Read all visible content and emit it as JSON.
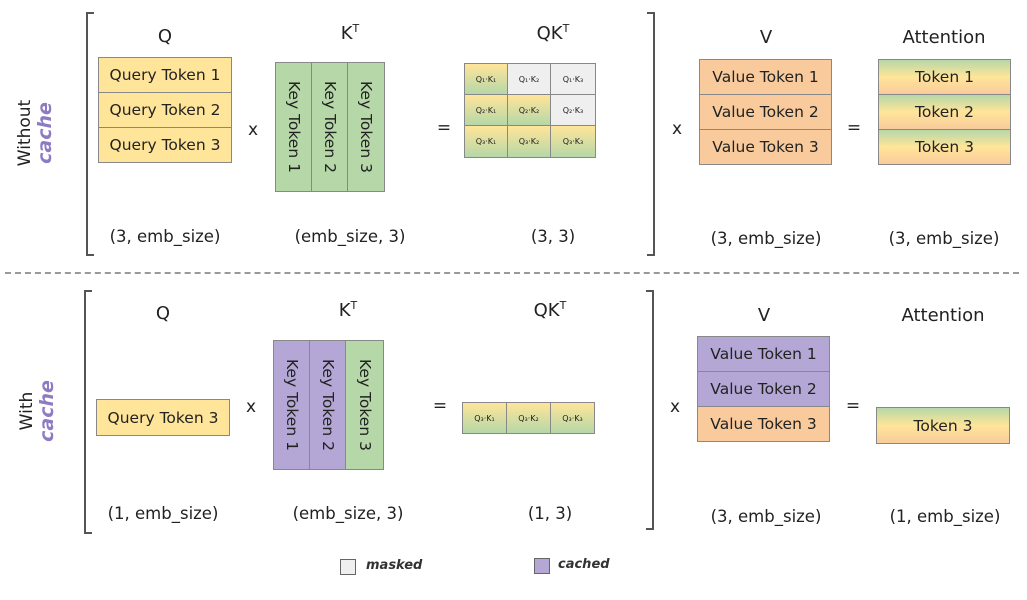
{
  "top": {
    "side_label": {
      "line1": "Without",
      "line2": "cache"
    },
    "q_header": "Q",
    "k_header": "K",
    "k_sup": "T",
    "qk_header": "QK",
    "qk_sup": "T",
    "v_header": "V",
    "att_header": "Attention",
    "q_rows": [
      "Query Token 1",
      "Query Token 2",
      "Query Token 3"
    ],
    "k_cols": [
      "Key Token 1",
      "Key Token 2",
      "Key Token 3"
    ],
    "qk_cells": [
      [
        "Q₁·K₁",
        "Q₁·K₂",
        "Q₁·K₃"
      ],
      [
        "Q₂·K₁",
        "Q₂·K₂",
        "Q₂·K₃"
      ],
      [
        "Q₃·K₁",
        "Q₃·K₂",
        "Q₃·K₃"
      ]
    ],
    "v_rows": [
      "Value Token 1",
      "Value Token 2",
      "Value Token 3"
    ],
    "att_rows": [
      "Token 1",
      "Token 2",
      "Token 3"
    ],
    "dims": {
      "q": "(3, emb_size)",
      "k": "(emb_size, 3)",
      "qk": "(3, 3)",
      "v": "(3, emb_size)",
      "att": "(3, emb_size)"
    },
    "ops": {
      "x1": "x",
      "eq1": "=",
      "x2": "x",
      "eq2": "="
    }
  },
  "bottom": {
    "side_label": {
      "line1": "With",
      "line2": "cache"
    },
    "q_header": "Q",
    "k_header": "K",
    "k_sup": "T",
    "qk_header": "QK",
    "qk_sup": "T",
    "v_header": "V",
    "att_header": "Attention",
    "q_rows": [
      "Query Token 3"
    ],
    "k_cols": [
      "Key Token 1",
      "Key Token 2",
      "Key Token 3"
    ],
    "qk_cells": [
      [
        "Q₃·K₁",
        "Q₃·K₂",
        "Q₃·K₃"
      ]
    ],
    "v_rows": [
      "Value Token 1",
      "Value Token 2",
      "Value Token 3"
    ],
    "att_rows": [
      "Token 3"
    ],
    "dims": {
      "q": "(1, emb_size)",
      "k": "(emb_size, 3)",
      "qk": "(1, 3)",
      "v": "(3, emb_size)",
      "att": "(1, emb_size)"
    },
    "ops": {
      "x1": "x",
      "eq1": "=",
      "x2": "x",
      "eq2": "="
    }
  },
  "legend": {
    "masked": "masked",
    "cached": "cached"
  },
  "colors": {
    "query": "#ffe599",
    "key": "#b6d7a8",
    "value": "#f9cb9c",
    "cached": "#b4a7d6",
    "masked": "#efefef"
  }
}
